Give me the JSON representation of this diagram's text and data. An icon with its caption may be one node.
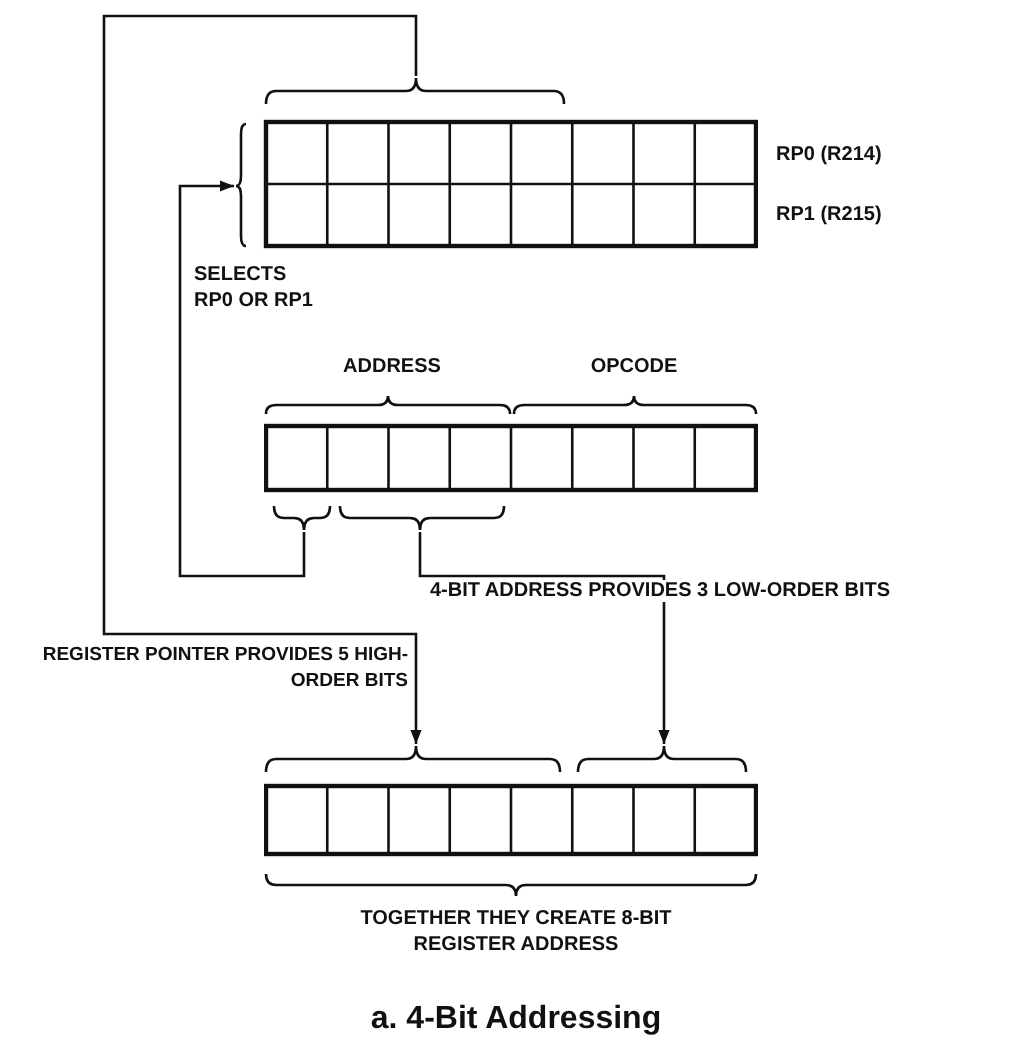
{
  "diagram": {
    "caption": "a. 4-Bit Addressing",
    "nodes": [
      {
        "text": [],
        "shape": "box",
        "beside": [
          "RP0 (R214)",
          "RP1 (R215)"
        ]
      },
      {
        "text": [],
        "shape": "box"
      },
      {
        "text": [],
        "shape": "box",
        "beside": [
          "TOGETHER THEY CREATE 8-BIT REGISTER ADDRESS"
        ]
      }
    ],
    "edges": [
      {
        "from": 1,
        "to": 0,
        "arrow": "to",
        "label": "SELECTS RP0 OR RP1"
      },
      {
        "from": 0,
        "to": 2,
        "arrow": "to",
        "label": "REGISTER POINTER PROVIDES 5 HIGH-ORDER BITS"
      },
      {
        "from": 1,
        "to": 2,
        "arrow": "to",
        "label": "4-BIT ADDRESS PROVIDES 3 LOW-ORDER BITS"
      }
    ],
    "labels": [
      "ADDRESS",
      "OPCODE"
    ]
  }
}
